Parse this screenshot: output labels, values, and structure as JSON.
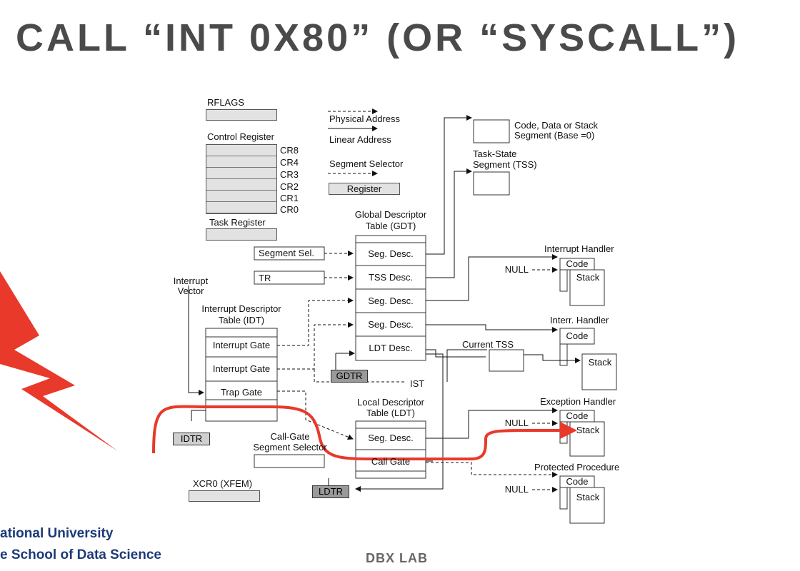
{
  "slide": {
    "title": "CALL “INT 0X80” (OR “SYSCALL”)"
  },
  "legend": {
    "physical_address": "Physical Address",
    "linear_address": "Linear Address",
    "segment_selector": "Segment Selector",
    "register": "Register"
  },
  "registers": {
    "rflags": "RFLAGS",
    "control_register": "Control Register",
    "cr_labels": [
      "CR8",
      "CR4",
      "CR3",
      "CR2",
      "CR1",
      "CR0"
    ],
    "task_register": "Task Register",
    "xcr0": "XCR0 (XFEM)",
    "idtr": "IDTR",
    "gdtr": "GDTR",
    "ldtr": "LDTR",
    "segment_sel": "Segment Sel.",
    "tr": "TR"
  },
  "gdt": {
    "title_line1": "Global Descriptor",
    "title_line2": "Table (GDT)",
    "rows": [
      "Seg. Desc.",
      "TSS Desc.",
      "Seg. Desc.",
      "Seg. Desc.",
      "LDT Desc."
    ]
  },
  "idt": {
    "interrupt_vector_1": "Interrupt",
    "interrupt_vector_2": "Vector",
    "title_line1": "Interrupt Descriptor",
    "title_line2": "Table (IDT)",
    "rows": [
      "Interrupt Gate",
      "Interrupt Gate",
      "Trap Gate"
    ]
  },
  "ldt": {
    "title_line1": "Local Descriptor",
    "title_line2": "Table (LDT)",
    "rows": [
      "Seg. Desc.",
      "Call Gate"
    ],
    "call_gate_sel_1": "Call-Gate",
    "call_gate_sel_2": "Segment Selector"
  },
  "right_side": {
    "code_data_stack_1": "Code, Data or Stack",
    "code_data_stack_2": "Segment (Base =0)",
    "tss_1": "Task-State",
    "tss_2": "Segment (TSS)",
    "current_tss": "Current TSS",
    "ist": "IST",
    "interrupt_handler": "Interrupt Handler",
    "interr_handler": "Interr. Handler",
    "exception_handler": "Exception Handler",
    "protected_procedure": "Protected Procedure",
    "null": "NULL",
    "code": "Code",
    "stack": "Stack"
  },
  "footer": {
    "university_line1": "ational University",
    "university_line2": "e School of Data Science",
    "lab": "DBX LAB"
  },
  "colors": {
    "accent_red": "#e8392a",
    "title_grey": "#4a4a4a",
    "footer_blue": "#1d3b7a"
  }
}
